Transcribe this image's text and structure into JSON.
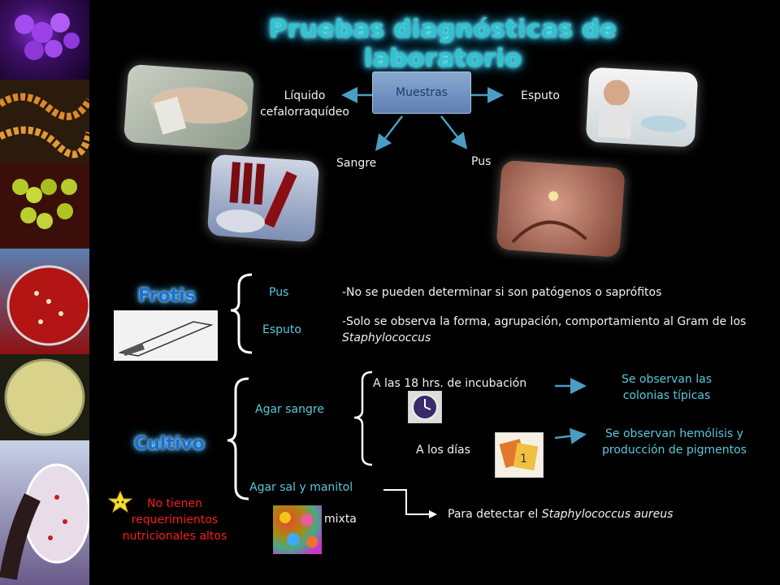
{
  "title": "Pruebas diagnósticas de laboratorio",
  "muestras": {
    "center": "Muestras",
    "liquido": "Líquido cefalorraquídeo",
    "esputo": "Esputo",
    "sangre": "Sangre",
    "pus": "Pus"
  },
  "frotis": {
    "heading": "Frotis",
    "items": [
      "Pus",
      "Esputo"
    ],
    "notes": [
      "-No se pueden determinar si son patógenos o saprófitos",
      "-Solo se observa la forma, agrupación, comportamiento al Gram de los ",
      "Staphylococcus"
    ]
  },
  "cultivo": {
    "heading": "Cultivo",
    "agar_sangre": "Agar sangre",
    "agar_sal": "Agar sal y manitol",
    "mixta": "mixta",
    "incubacion": "A las 18 hrs. de incubación",
    "dias": "A los días",
    "result1": "Se observan las colonias típicas",
    "result2": "Se observan hemólisis y producción de pigmentos",
    "detect_prefix": "Para detectar el ",
    "detect_species": "Staphylococcus aureus",
    "note": "No tienen requerimientos nutricionales altos"
  },
  "colors": {
    "accent": "#2ec4cc",
    "arrow": "#4a9ec4",
    "note": "#ff1a1a",
    "cyan_text": "#58c8dc"
  },
  "icons": {
    "arrow": "arrow-icon",
    "brace": "brace-icon",
    "star": "star-icon",
    "clock": "clock-icon",
    "calendar": "calendar-icon"
  }
}
